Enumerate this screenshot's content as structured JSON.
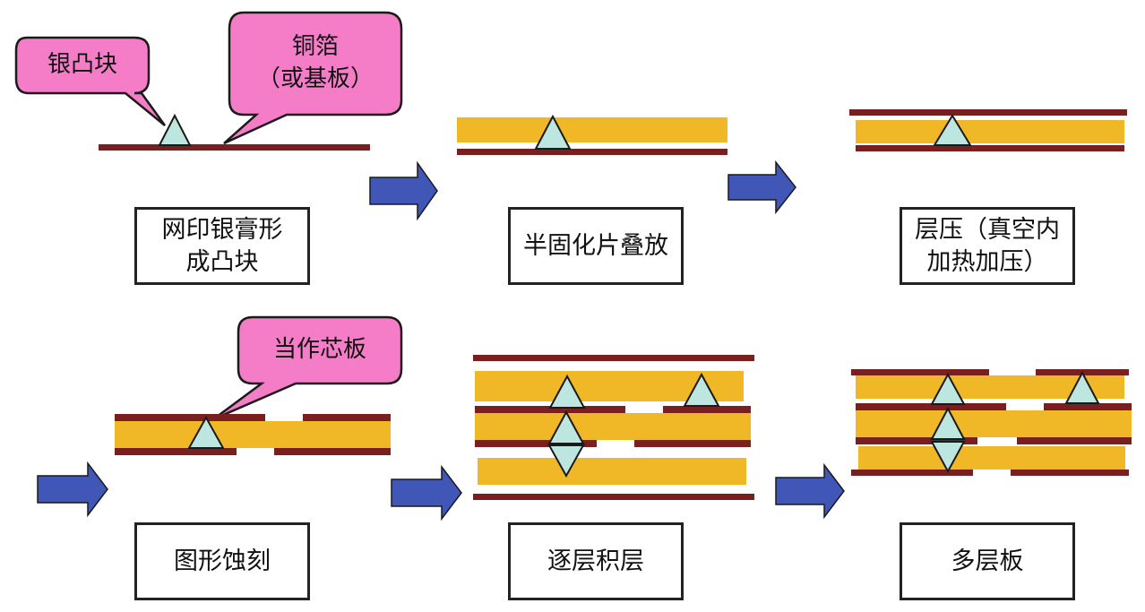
{
  "colors": {
    "copper": "#7a1f1f",
    "prepreg": "#f0b727",
    "bump_fill": "#bde6e0",
    "bump_stroke": "#1a1a1a",
    "callout_fill": "#f57dc7",
    "arrow_fill": "#4057b8",
    "box_border": "#222222"
  },
  "callouts": {
    "silver_bump": "银凸块",
    "copper_foil": "铜箔\n（或基板）",
    "as_core": "当作芯板"
  },
  "steps": [
    {
      "label": "网印银膏形\n成凸块"
    },
    {
      "label": "半固化片叠放"
    },
    {
      "label": "层压（真空内\n加热加压）"
    },
    {
      "label": "图形蚀刻"
    },
    {
      "label": "逐层积层"
    },
    {
      "label": "多层板"
    }
  ],
  "icons": {
    "arrow": "right-arrow-icon",
    "bump": "triangle-bump-icon"
  }
}
